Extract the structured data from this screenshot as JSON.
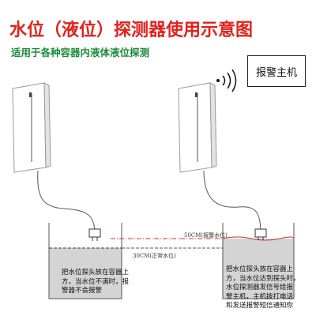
{
  "header": {
    "title": "水位（液位）探测器使用示意图",
    "subtitle": "适用于各种容器内液体液位探测"
  },
  "host": {
    "label": "报警主机"
  },
  "levels": {
    "alarm_label": "50CM(报警水位)",
    "normal_label": "30CM(正常水位)"
  },
  "notes": {
    "left": "把水位探头放在容器上\n方，当水位不满时，报\n警器不会报警",
    "right": "把水位探头放在容器上\n方，当水位达到探头时，\n水位探测器发信号给报\n警主机，主机拨打电话\n和发送报警短信通知你"
  },
  "colors": {
    "title": "#e5201b",
    "subtitle": "#1a8a3a",
    "alarm_line": "#c0392b",
    "water": "#d4d4d4"
  },
  "icons": {
    "wireless": "wifi-signal-icon"
  }
}
